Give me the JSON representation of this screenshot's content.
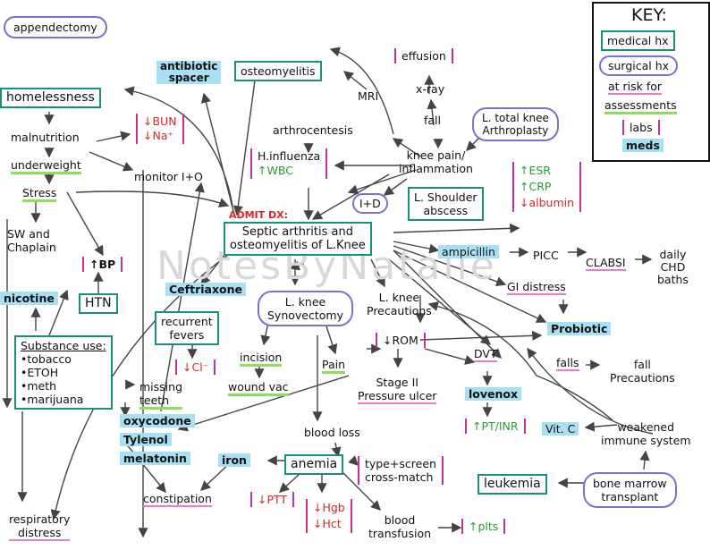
{
  "key": {
    "title": "KEY:",
    "medical": "medical hx",
    "surgical": "surgical hx",
    "risk": "at risk for",
    "assess": "assessments",
    "labs": "labs",
    "meds": "meds"
  },
  "watermark": "NotesByNatalie",
  "center": {
    "admit": "ADMIT DX:",
    "line1": "Septic arthritis and",
    "line2": "osteomyelitis of L.Knee"
  },
  "nodes": {
    "appendectomy": "appendectomy",
    "antibiotic1": "antibiotic",
    "antibiotic2": "spacer",
    "osteomyelitis": "osteomyelitis",
    "effusion": "effusion",
    "mri": "MRI",
    "xray": "x-ray",
    "fall": "fall",
    "arthrocentesis": "arthrocentesis",
    "knee_pain1": "knee pain/",
    "knee_pain2": "inflammation",
    "tka1": "L. total knee",
    "tka2": "Arthroplasty",
    "homelessness": "homelessness",
    "bun": "↓BUN",
    "na": "↓Na⁺",
    "malnutrition": "malnutrition",
    "underweight": "underweight",
    "monitor_io": "monitor I+O",
    "stress": "Stress",
    "sw1": "SW and",
    "sw2": "Chaplain",
    "bp": "↑BP",
    "htn": "HTN",
    "nicotine": "nicotine",
    "hinflu": "H.influenza",
    "wbc": "↑WBC",
    "esr": "↑ESR",
    "crp": "↑CRP",
    "albumin": "↓albumin",
    "id": "I+D",
    "shoulder1": "L. Shoulder",
    "shoulder2": "abscess",
    "ampicillin": "ampicillin",
    "picc": "PICC",
    "clabsi": "CLABSI",
    "chd1": "daily",
    "chd2": "CHD",
    "chd3": "baths",
    "gi": "GI distress",
    "probiotic": "Probiotic",
    "ceftriaxone": "Ceftriaxone",
    "synov1": "L. knee",
    "synov2": "Synovectomy",
    "precautions1": "L. knee",
    "precautions2": "Precautions",
    "fevers1": "recurrent",
    "fevers2": "fevers",
    "cl": "↓Cl⁻",
    "incision": "incision",
    "woundvac": "wound vac",
    "pain": "Pain",
    "rom": "↓ROM",
    "stage1": "Stage II",
    "stage2": "Pressure ulcer",
    "dvt": "DVT",
    "lovenox": "lovenox",
    "ptinr": "↑PT/INR",
    "falls": "falls",
    "fallprec1": "fall",
    "fallprec2": "Precautions",
    "substance": "Substance use:",
    "tobacco": "•tobacco",
    "etoh": "•ETOH",
    "meth": "•meth",
    "marijuana": "•marijuana",
    "missing1": "missing",
    "missing2": "teeth",
    "oxycodone": "oxycodone",
    "tylenol": "Tylenol",
    "melatonin": "melatonin",
    "bloodloss": "blood loss",
    "anemia": "anemia",
    "iron": "iron",
    "typescreen1": "type+screen",
    "typescreen2": "cross-match",
    "vitc": "Vit. C",
    "weakened1": "weakened",
    "weakened2": "immune system",
    "leukemia": "leukemia",
    "bmt1": "bone marrow",
    "bmt2": "transplant",
    "constipation": "constipation",
    "ptt": "↓PTT",
    "hgb": "↓Hgb",
    "hct": "↓Hct",
    "transfusion1": "blood",
    "transfusion2": "transfusion",
    "plts": "↑plts",
    "respiratory1": "respiratory",
    "respiratory2": "distress"
  },
  "colors": {
    "medical": "#1a8f7a",
    "surgical": "#7b6fd0",
    "risk": "#e77cc9",
    "assessment": "#8fdc5e",
    "labs": "#c1309b",
    "meds": "#a9dff3"
  }
}
